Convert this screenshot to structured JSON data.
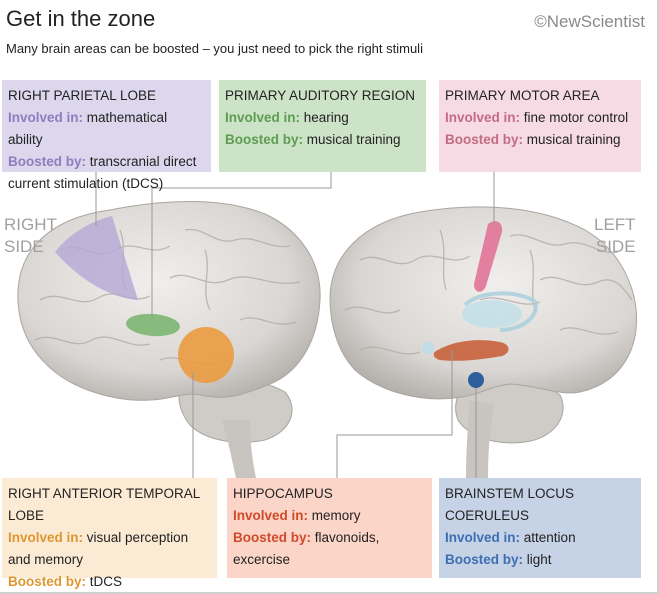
{
  "header": {
    "title": "Get in the zone",
    "brand": "©NewScientist",
    "subtitle": "Many brain areas can be boosted – you just need to pick the right stimuli"
  },
  "sides": {
    "right": [
      "RIGHT",
      "SIDE"
    ],
    "left": [
      "LEFT",
      "SIDE"
    ]
  },
  "labels": {
    "involved": "Involved in:",
    "boosted": "Boosted by:"
  },
  "regions": {
    "parietal": {
      "name": "RIGHT PARIETAL LOBE",
      "involved": "mathematical ability",
      "boosted": "transcranial direct current stimulation (tDCS)",
      "color": "#b7a8d6",
      "accent": "#8e7dbf",
      "bg": "#dcd7ec"
    },
    "auditory": {
      "name": "PRIMARY AUDITORY REGION",
      "involved": "hearing",
      "boosted": "musical training",
      "color": "#77b36c",
      "accent": "#5c9d52",
      "bg": "#cde3c7"
    },
    "motor": {
      "name": "PRIMARY MOTOR AREA",
      "involved": "fine motor control",
      "boosted": "musical training",
      "color": "#e2769a",
      "accent": "#c46b86",
      "bg": "#f6dbe4"
    },
    "temporal": {
      "name": "RIGHT ANTERIOR TEMPORAL LOBE",
      "involved": "visual perception and memory",
      "boosted": "tDCS",
      "color": "#ea9a3c",
      "accent": "#e0962f",
      "bg": "#fcebd4"
    },
    "hippocampus": {
      "name": "HIPPOCAMPUS",
      "involved": "memory",
      "boosted": "flavonoids, excercise",
      "color": "#c8643f",
      "accent": "#d14a2a",
      "bg": "#fbd6c8"
    },
    "brainstem": {
      "name": "BRAINSTEM LOCUS COERULEUS",
      "involved": "attention",
      "boosted": "light",
      "color": "#2f5e9c",
      "accent": "#3d6fb2",
      "bg": "#c6d2e6"
    }
  }
}
